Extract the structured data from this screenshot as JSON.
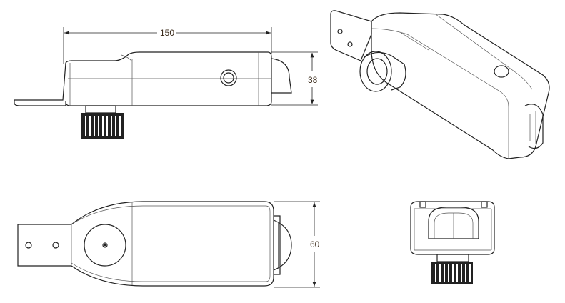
{
  "dimensions": {
    "length": "150",
    "height": "38",
    "width": "60"
  },
  "colors": {
    "line": "#222222",
    "label": "#3a2a1a"
  }
}
